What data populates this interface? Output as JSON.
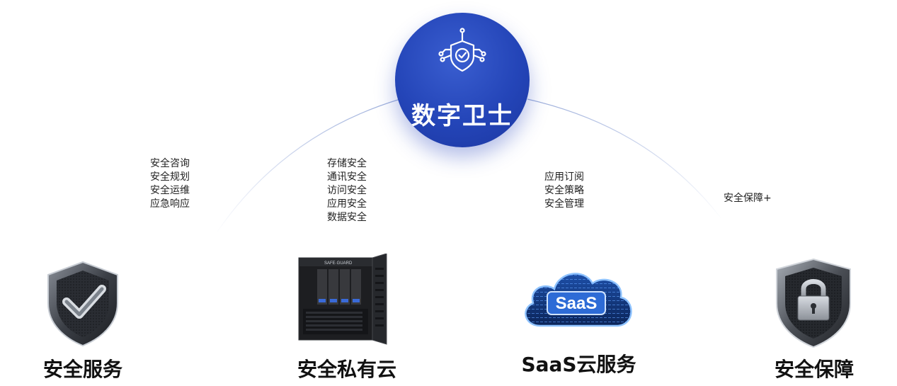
{
  "hub": {
    "title": "数字卫士",
    "icon": "shield-check-circuit-icon"
  },
  "columns": [
    {
      "items": [
        "安全咨询",
        "安全规划",
        "安全运维",
        "应急响应"
      ],
      "name": "安全服务",
      "icon": "shield-checkmark-icon"
    },
    {
      "items": [
        "存储安全",
        "通讯安全",
        "访问安全",
        "应用安全",
        "数据安全"
      ],
      "name": "安全私有云",
      "icon": "server-chassis-icon",
      "server_label": "SAFE·GUARD"
    },
    {
      "items": [
        "应用订阅",
        "安全策略",
        "安全管理"
      ],
      "name": "SaaS云服务",
      "icon": "saas-cloud-icon",
      "cloud_label": "SaaS"
    },
    {
      "items": [
        "安全保障+"
      ],
      "name": "安全保障",
      "icon": "shield-padlock-icon"
    }
  ],
  "colors": {
    "hub": "#2445b8",
    "arc": "#8fa3d6",
    "text": "#222222"
  }
}
